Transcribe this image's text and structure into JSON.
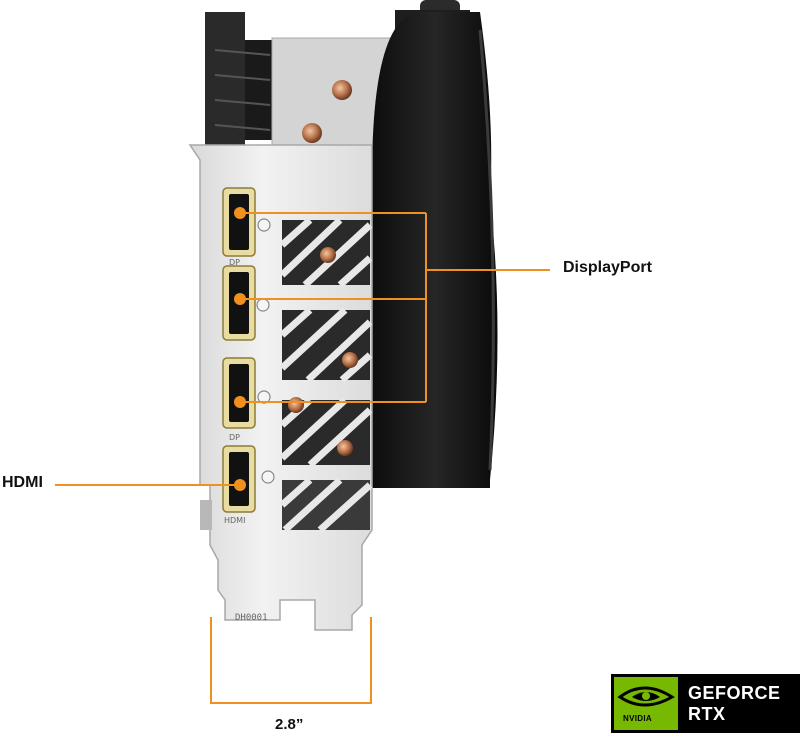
{
  "labels": {
    "displayport": "DisplayPort",
    "hdmi": "HDMI",
    "width": "2.8”"
  },
  "bracket_markings": {
    "dp_1": "DP",
    "dp_2": "DP",
    "hdmi": "HDMI",
    "part_number": "DH0001"
  },
  "badge": {
    "brand": "NVIDIA",
    "line1": "GEFORCE",
    "line2": "RTX"
  },
  "colors": {
    "callout": "#f0901e",
    "nvidia_green": "#76b900",
    "bracket": "#e8e8e8",
    "shroud": "#1c1c1c"
  },
  "icons": [
    "nvidia-eye-logo"
  ]
}
